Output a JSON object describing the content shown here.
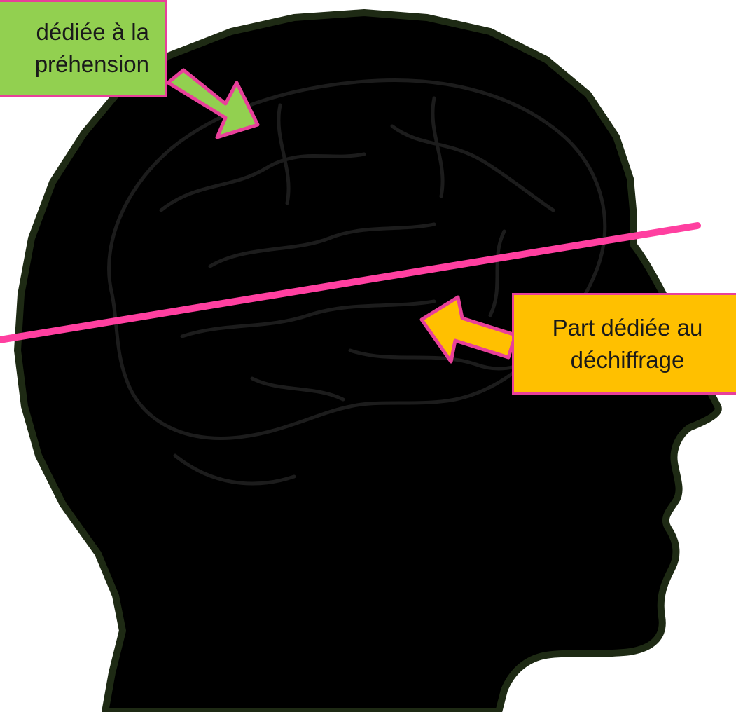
{
  "labels": {
    "top_box": {
      "line1": "dédiée à la",
      "line2": "préhension",
      "fill_color": "#92d050"
    },
    "right_box": {
      "line1": "Part dédiée au",
      "line2": "déchiffrage",
      "fill_color": "#ffc000"
    }
  },
  "colors": {
    "head_silhouette": "#000000",
    "head_outline": "#1e2a14",
    "brain_lines": "#1c1c1c",
    "divider_line": "#ff3fa0",
    "box_border": "#e8409a"
  },
  "icons": {
    "head": "head-silhouette",
    "brain": "brain-outline"
  }
}
